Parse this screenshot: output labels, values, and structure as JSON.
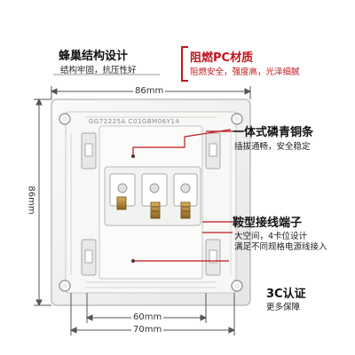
{
  "annotations": {
    "honeycomb": {
      "title": "蜂巢结构设计",
      "desc": "结构牢固，抗压性好"
    },
    "pc": {
      "title": "阻燃PC材质",
      "desc": "阻燃安全，强度高，光泽细腻"
    },
    "copper": {
      "title": "一体式磷青铜条",
      "desc": "插拔通畅，安全稳定"
    },
    "terminal": {
      "title": "鞍型接线端子",
      "desc1": "大空间，4卡位设计",
      "desc2": "满足不同规格电源线接入"
    },
    "ccc": {
      "title": "3C认证",
      "desc": "更多保障"
    }
  },
  "dimensions": {
    "top_width": "86mm",
    "left_height": "86mm",
    "bottom_inner": "60mm",
    "bottom_outer": "70mm"
  },
  "product": {
    "code_text": "GG72225A  C01GBM06Y14"
  },
  "colors": {
    "accent_red": "#c0161b",
    "panel": "#f5f5f3",
    "text": "#222222"
  }
}
